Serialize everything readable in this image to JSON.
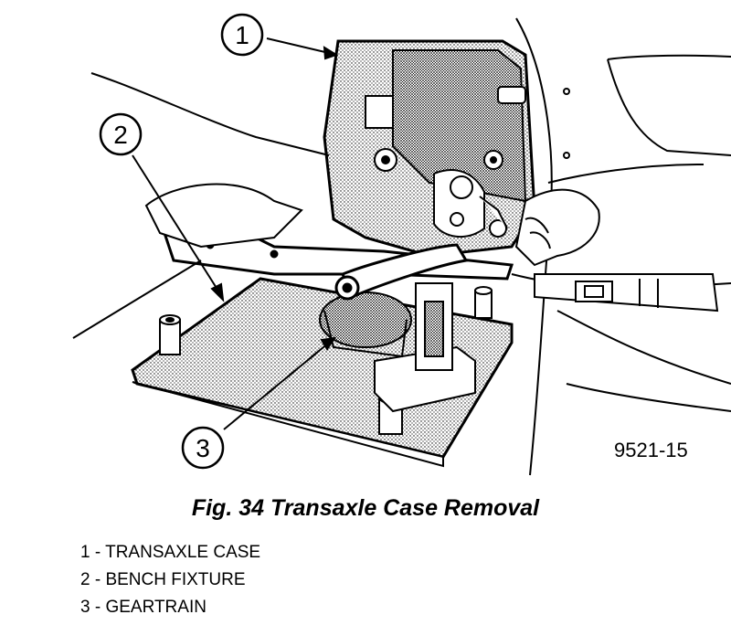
{
  "figure": {
    "callouts": [
      "1",
      "2",
      "3"
    ],
    "figure_id": "9521-15",
    "caption": "Fig. 34 Transaxle Case Removal",
    "legend": [
      "1 - TRANSAXLE CASE",
      "2 - BENCH FIXTURE",
      "3 - GEARTRAIN"
    ]
  }
}
